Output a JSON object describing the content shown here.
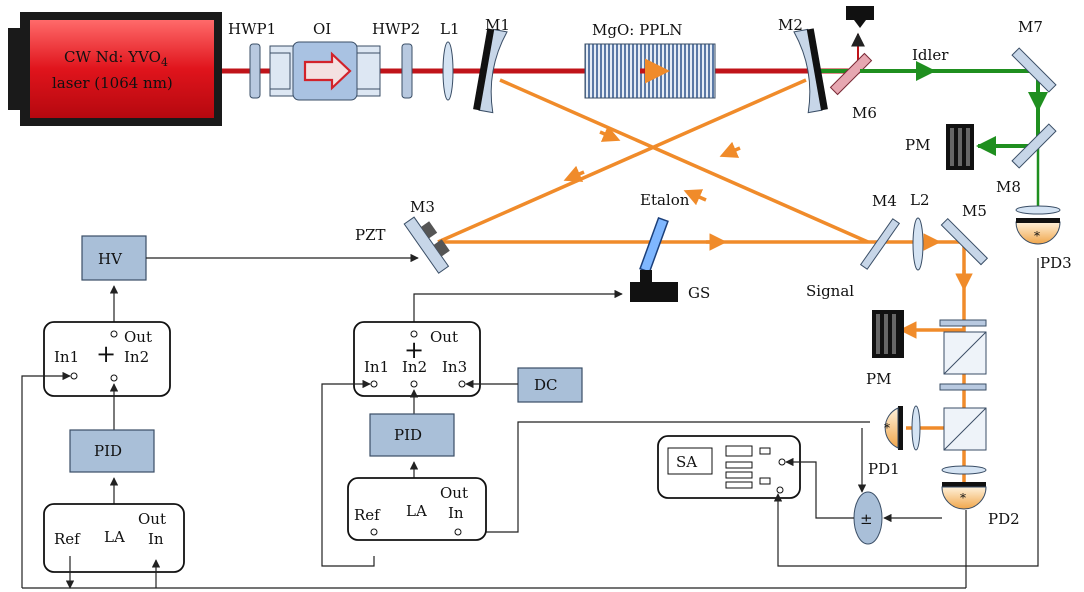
{
  "laser": {
    "line1": "CW Nd: YVO",
    "sub": "4",
    "line2": "laser (1064 nm)"
  },
  "components": {
    "hwp1": "HWP1",
    "oi": "OI",
    "hwp2": "HWP2",
    "l1": "L1",
    "m1": "M1",
    "crystal": "MgO: PPLN",
    "m2": "M2",
    "m6": "M6",
    "m7": "M7",
    "idler": "Idler",
    "pm_top": "PM",
    "m8": "M8",
    "pd3": "PD3",
    "m3": "M3",
    "pzt": "PZT",
    "etalon": "Etalon",
    "gs": "GS",
    "m4": "M4",
    "l2": "L2",
    "m5": "M5",
    "signal": "Signal",
    "pm_mid": "PM",
    "pd1": "PD1",
    "pd2": "PD2",
    "sa": "SA",
    "diff": "±"
  },
  "left_chain": {
    "hv": "HV",
    "sum_plus": "+",
    "sum_in1": "In1",
    "sum_in2": "In2",
    "sum_out": "Out",
    "pid": "PID",
    "la": "LA",
    "la_ref": "Ref",
    "la_out": "Out",
    "la_in": "In"
  },
  "mid_chain": {
    "sum_plus": "+",
    "sum_in1": "In1",
    "sum_in2": "In2",
    "sum_in3": "In3",
    "sum_out": "Out",
    "dc": "DC",
    "pid": "PID",
    "la": "LA",
    "la_ref": "Ref",
    "la_out": "Out",
    "la_in": "In"
  },
  "colors": {
    "pump": "#c0141a",
    "signal": "#f08b2a",
    "idler": "#1f8f1f",
    "box_fill": "#a9bfd8"
  }
}
